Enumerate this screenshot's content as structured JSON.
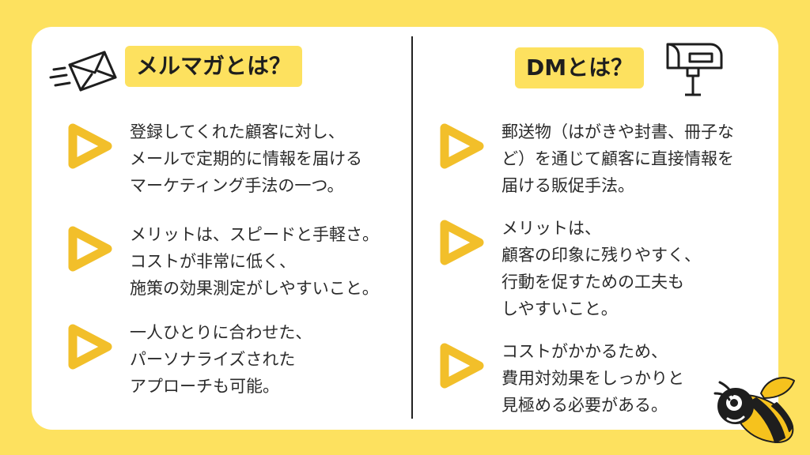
{
  "colors": {
    "background": "#fde15f",
    "card": "#ffffff",
    "accent": "#f2bf2a",
    "text": "#2b2b2b"
  },
  "left": {
    "title": "メルマガとは？",
    "icon": "envelope-icon",
    "items": [
      {
        "text": "登録してくれた顧客に対し、\nメールで定期的に情報を届ける\nマーケティング手法の一つ。"
      },
      {
        "text": "メリットは、スピードと手軽さ。\nコストが非常に低く、\n施策の効果測定がしやすいこと。"
      },
      {
        "text": "一人ひとりに合わせた、\nパーソナライズされた\nアプローチも可能。"
      }
    ]
  },
  "right": {
    "title": "DMとは？",
    "icon": "mailbox-icon",
    "items": [
      {
        "text": "郵送物（はがきや封書、冊子な\nど）を通じて顧客に直接情報を\n届ける販促手法。"
      },
      {
        "text": "メリットは、\n顧客の印象に残りやすく、\n行動を促すための工夫も\nしやすいこと。"
      },
      {
        "text": "コストがかかるため、\n費用対効果をしっかりと\n見極める必要がある。"
      }
    ]
  },
  "mascot": "bee-icon"
}
